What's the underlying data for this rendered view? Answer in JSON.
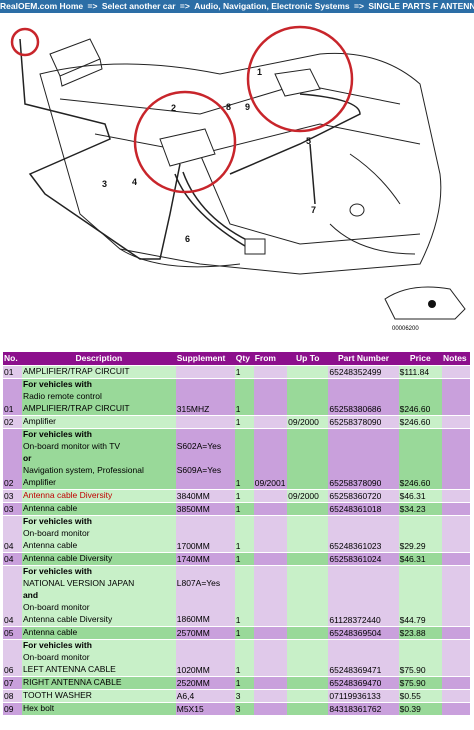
{
  "breadcrumb": {
    "home": "RealOEM.com Home",
    "sep": "=>",
    "item1": "Select another car",
    "item2": "Audio, Navigation, Electronic Systems",
    "item3": "SINGLE PARTS F ANTENNA"
  },
  "diagram": {
    "callouts": [
      "1",
      "2",
      "3",
      "4",
      "5",
      "6",
      "7",
      "8",
      "9"
    ],
    "code": "00006200"
  },
  "table": {
    "headers": [
      "No.",
      "Description",
      "Supplement",
      "Qty",
      "From",
      "Up To",
      "Part Number",
      "Price",
      "Notes"
    ],
    "rows": [
      {
        "no": "01",
        "desc": [
          "AMPLIFIER/TRAP CIRCUIT"
        ],
        "supp": "",
        "qty": "1",
        "from": "",
        "upto": "",
        "part": "65248352499",
        "price": "$111.84"
      },
      {
        "no": "01",
        "desc": [
          "For vehicles with",
          "Radio remote control",
          "AMPLIFIER/TRAP CIRCUIT"
        ],
        "supp": "315MHZ",
        "qty": "1",
        "from": "",
        "upto": "",
        "part": "65258380686",
        "price": "$246.60"
      },
      {
        "no": "02",
        "desc": [
          "Amplifier"
        ],
        "supp": "",
        "qty": "1",
        "from": "",
        "upto": "09/2000",
        "part": "65258378090",
        "price": "$246.60"
      },
      {
        "no": "02",
        "desc": [
          "For vehicles with",
          "On-board monitor with TV",
          "or",
          "Navigation system, Professional",
          "Amplifier"
        ],
        "supp": "S602A=Yes",
        "supp2": "S609A=Yes",
        "qty": "1",
        "from": "09/2001",
        "upto": "",
        "part": "65258378090",
        "price": "$246.60"
      },
      {
        "no": "03",
        "desc": [
          "Antenna cable Diversity"
        ],
        "supp": "3840MM",
        "qty": "1",
        "from": "",
        "upto": "09/2000",
        "part": "65258360720",
        "price": "$46.31"
      },
      {
        "no": "03",
        "desc": [
          "Antenna cable"
        ],
        "supp": "3850MM",
        "qty": "1",
        "from": "",
        "upto": "",
        "part": "65248361018",
        "price": "$34.23"
      },
      {
        "no": "04",
        "desc": [
          "For vehicles with",
          "On-board monitor",
          "Antenna cable"
        ],
        "supp": "1700MM",
        "qty": "1",
        "from": "",
        "upto": "",
        "part": "65248361023",
        "price": "$29.29"
      },
      {
        "no": "04",
        "desc": [
          "Antenna cable Diversity"
        ],
        "supp": "1740MM",
        "qty": "1",
        "from": "",
        "upto": "",
        "part": "65258361024",
        "price": "$46.31"
      },
      {
        "no": "04",
        "desc": [
          "For vehicles with",
          "NATIONAL VERSION JAPAN",
          "and",
          "On-board monitor",
          "Antenna cable Diversity"
        ],
        "supp": "L807A=Yes",
        "supp2": "1860MM",
        "qty": "1",
        "from": "",
        "upto": "",
        "part": "61128372440",
        "price": "$44.79"
      },
      {
        "no": "05",
        "desc": [
          "Antenna cable"
        ],
        "supp": "2570MM",
        "qty": "1",
        "from": "",
        "upto": "",
        "part": "65248369504",
        "price": "$23.88"
      },
      {
        "no": "06",
        "desc": [
          "For vehicles with",
          "On-board monitor",
          "LEFT ANTENNA CABLE"
        ],
        "supp": "1020MM",
        "qty": "1",
        "from": "",
        "upto": "",
        "part": "65248369471",
        "price": "$75.90"
      },
      {
        "no": "07",
        "desc": [
          "RIGHT ANTENNA CABLE"
        ],
        "supp": "2520MM",
        "qty": "1",
        "from": "",
        "upto": "",
        "part": "65248369470",
        "price": "$75.90"
      },
      {
        "no": "08",
        "desc": [
          "TOOTH WASHER"
        ],
        "supp": "A6,4",
        "qty": "3",
        "from": "",
        "upto": "",
        "part": "07119936133",
        "price": "$0.55"
      },
      {
        "no": "09",
        "desc": [
          "Hex bolt"
        ],
        "supp": "M5X15",
        "qty": "3",
        "from": "",
        "upto": "",
        "part": "84318361762",
        "price": "$0.39"
      }
    ]
  }
}
